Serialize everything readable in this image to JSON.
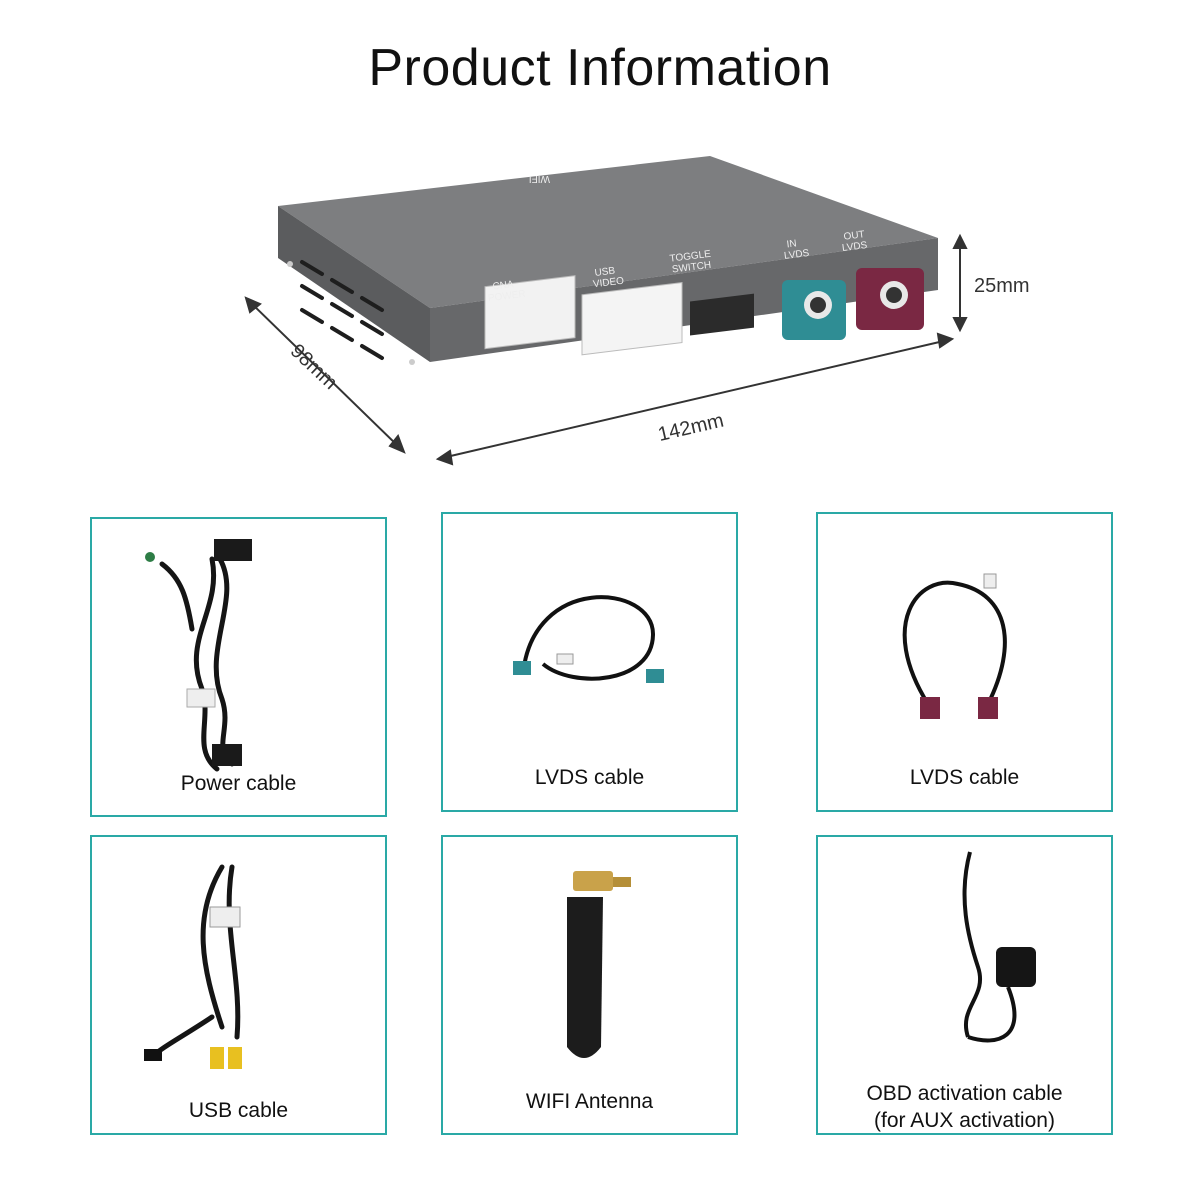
{
  "title": "Product Information",
  "product": {
    "dimensions": {
      "height": "25mm",
      "depth": "98mm",
      "width": "142mm"
    },
    "top_label": "WIFI",
    "ports": [
      "CNA\nPOWER",
      "USB\nVIDEO",
      "TOGGLE\nSWITCH",
      "IN\nLVDS",
      "OUT\nLVDS"
    ]
  },
  "accessories": [
    {
      "label": "Power cable"
    },
    {
      "label": "LVDS cable"
    },
    {
      "label": "LVDS cable"
    },
    {
      "label": "USB cable"
    },
    {
      "label": "WIFI Antenna"
    },
    {
      "label_line1": "OBD activation cable",
      "label_line2": "(for AUX activation)"
    }
  ],
  "colors": {
    "card_border": "#2aa9a6",
    "box_body": "#6e6f71",
    "lvds_in": "#2f8d94",
    "lvds_out": "#7a2843"
  }
}
